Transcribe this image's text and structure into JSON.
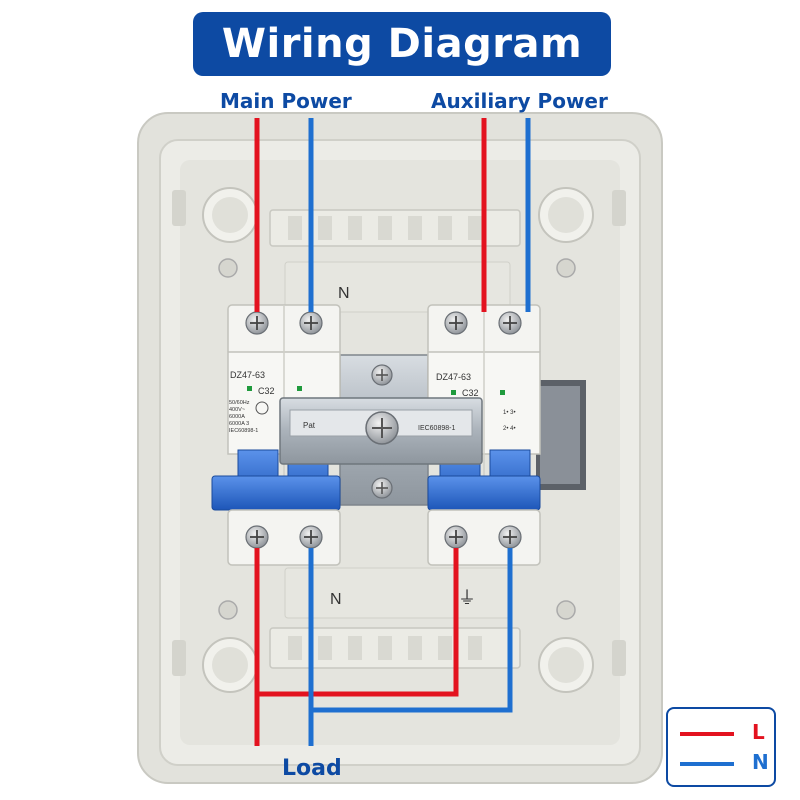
{
  "title": "Wiring Diagram",
  "labels": {
    "main_power": "Main Power",
    "auxiliary_power": "Auxiliary Power",
    "load": "Load"
  },
  "breakers": [
    {
      "model": "DZ47-63",
      "rating": "C32",
      "specs": [
        "50/60Hz",
        "400V~",
        "6000A",
        "6000A 3",
        "IEC60898-1"
      ]
    },
    {
      "model": "DZ47-63",
      "rating": "C32",
      "specs": []
    }
  ],
  "interlock": {
    "brand": "Pat",
    "standard": "IEC60898-1"
  },
  "terminal_marks": {
    "top_n": "N",
    "bottom_n": "N",
    "ground": "⏚"
  },
  "legend": {
    "live": "L",
    "neutral": "N",
    "live_color": "#e3121f",
    "neutral_color": "#1e6fd0"
  },
  "colors": {
    "banner": "#0d4aa3",
    "breaker_handle": "#2f6fd6",
    "enclosure": "#dcdcd6"
  },
  "icons": [
    "screw-icon",
    "ground-symbol-icon",
    "certification-mark-icon"
  ]
}
